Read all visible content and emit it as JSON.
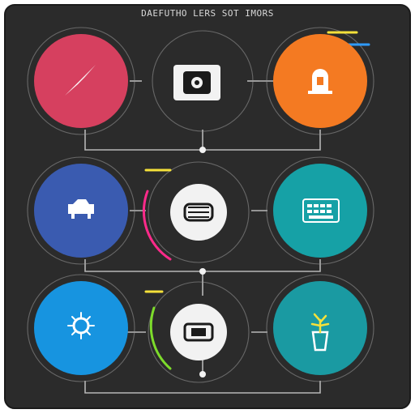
{
  "title": "DAEFUTHO LERS SOT IMORS",
  "colors": {
    "background": "#2b2b2b",
    "panel_edge": "#1b1b1b",
    "connector": "#cfcfcf",
    "red": "#d6405f",
    "orange": "#f47a22",
    "indigo": "#3a5bb0",
    "teal": "#16a1a6",
    "blue": "#1794e0",
    "teal_dark": "#1a9aa2",
    "white_node": "#f2f2f2",
    "accent_pink": "#ff2a8a",
    "accent_green": "#7ddc2b",
    "accent_yellow": "#f5e13a",
    "accent_blue": "#2f9bff"
  },
  "nodes": [
    {
      "id": "top-left",
      "name": "compass-node",
      "color": "red",
      "icon": "compass-icon"
    },
    {
      "id": "top-center",
      "name": "record-node",
      "color": "white_node",
      "icon": "record-icon"
    },
    {
      "id": "top-right",
      "name": "lock-node",
      "color": "orange",
      "icon": "lock-icon"
    },
    {
      "id": "mid-left",
      "name": "tag-node",
      "color": "indigo",
      "icon": "tag-icon"
    },
    {
      "id": "mid-center",
      "name": "cable-node",
      "color": "white_node",
      "icon": "cable-icon"
    },
    {
      "id": "mid-right",
      "name": "keyboard-node",
      "color": "teal",
      "icon": "keyboard-icon"
    },
    {
      "id": "bot-left",
      "name": "gear-node",
      "color": "blue",
      "icon": "gear-icon"
    },
    {
      "id": "bot-center",
      "name": "device-node",
      "color": "white_node",
      "icon": "device-icon"
    },
    {
      "id": "bot-right",
      "name": "plant-node",
      "color": "teal_dark",
      "icon": "plant-icon"
    }
  ]
}
